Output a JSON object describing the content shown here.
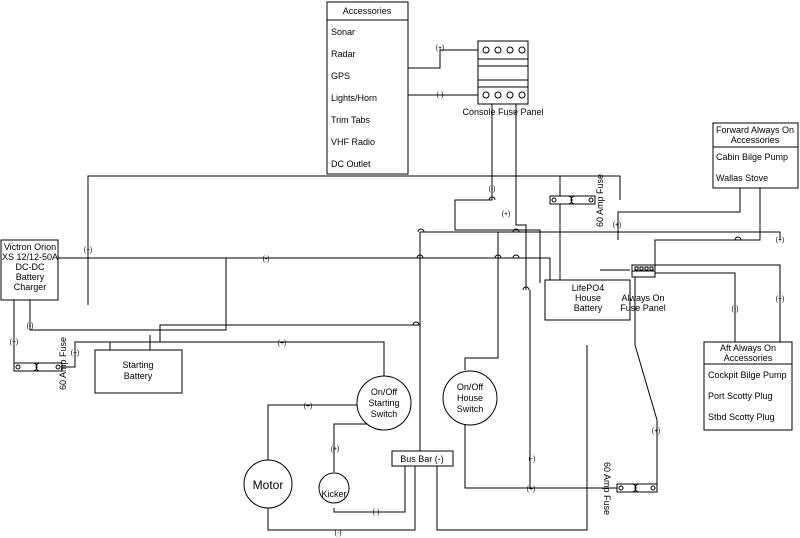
{
  "accessories": {
    "title": "Accessories",
    "items": [
      "Sonar",
      "Radar",
      "GPS",
      "Lights/Horn",
      "Trim Tabs",
      "VHF Radio",
      "DC Outlet"
    ]
  },
  "console_fuse_panel": {
    "label": "Console Fuse Panel"
  },
  "forward_accessories": {
    "title_line1": "Forward Always On",
    "title_line2": "Accessories",
    "items": [
      "Cabin Bilge Pump",
      "Wallas Stove"
    ]
  },
  "aft_accessories": {
    "title_line1": "Aft Always On",
    "title_line2": "Accessories",
    "items": [
      "Cockpit Bilge Pump",
      "Port Scotty Plug",
      "Stbd Scotty Plug"
    ]
  },
  "charger": {
    "lines": [
      "Victron Orion",
      "XS 12/12-50A",
      "DC-DC",
      "Battery",
      "Charger"
    ]
  },
  "starting_battery": {
    "line1": "Starting",
    "line2": "Battery"
  },
  "house_battery": {
    "line1": "LifePO4",
    "line2": "House",
    "line3": "Battery"
  },
  "always_on_fuse_panel": {
    "line1": "Always On",
    "line2": "Fuse Panel"
  },
  "starting_switch": {
    "line1": "On/Off",
    "line2": "Starting",
    "line3": "Switch"
  },
  "house_switch": {
    "line1": "On/Off",
    "line2": "House",
    "line3": "Switch"
  },
  "motor": {
    "label": "Motor"
  },
  "kicker": {
    "label": "Kicker"
  },
  "bus_bar": {
    "label": "Bus Bar (-)"
  },
  "fuses": {
    "fuse_60a": "60 Amp Fuse"
  },
  "polarity": {
    "positive": "(+)",
    "negative": "(-)"
  }
}
